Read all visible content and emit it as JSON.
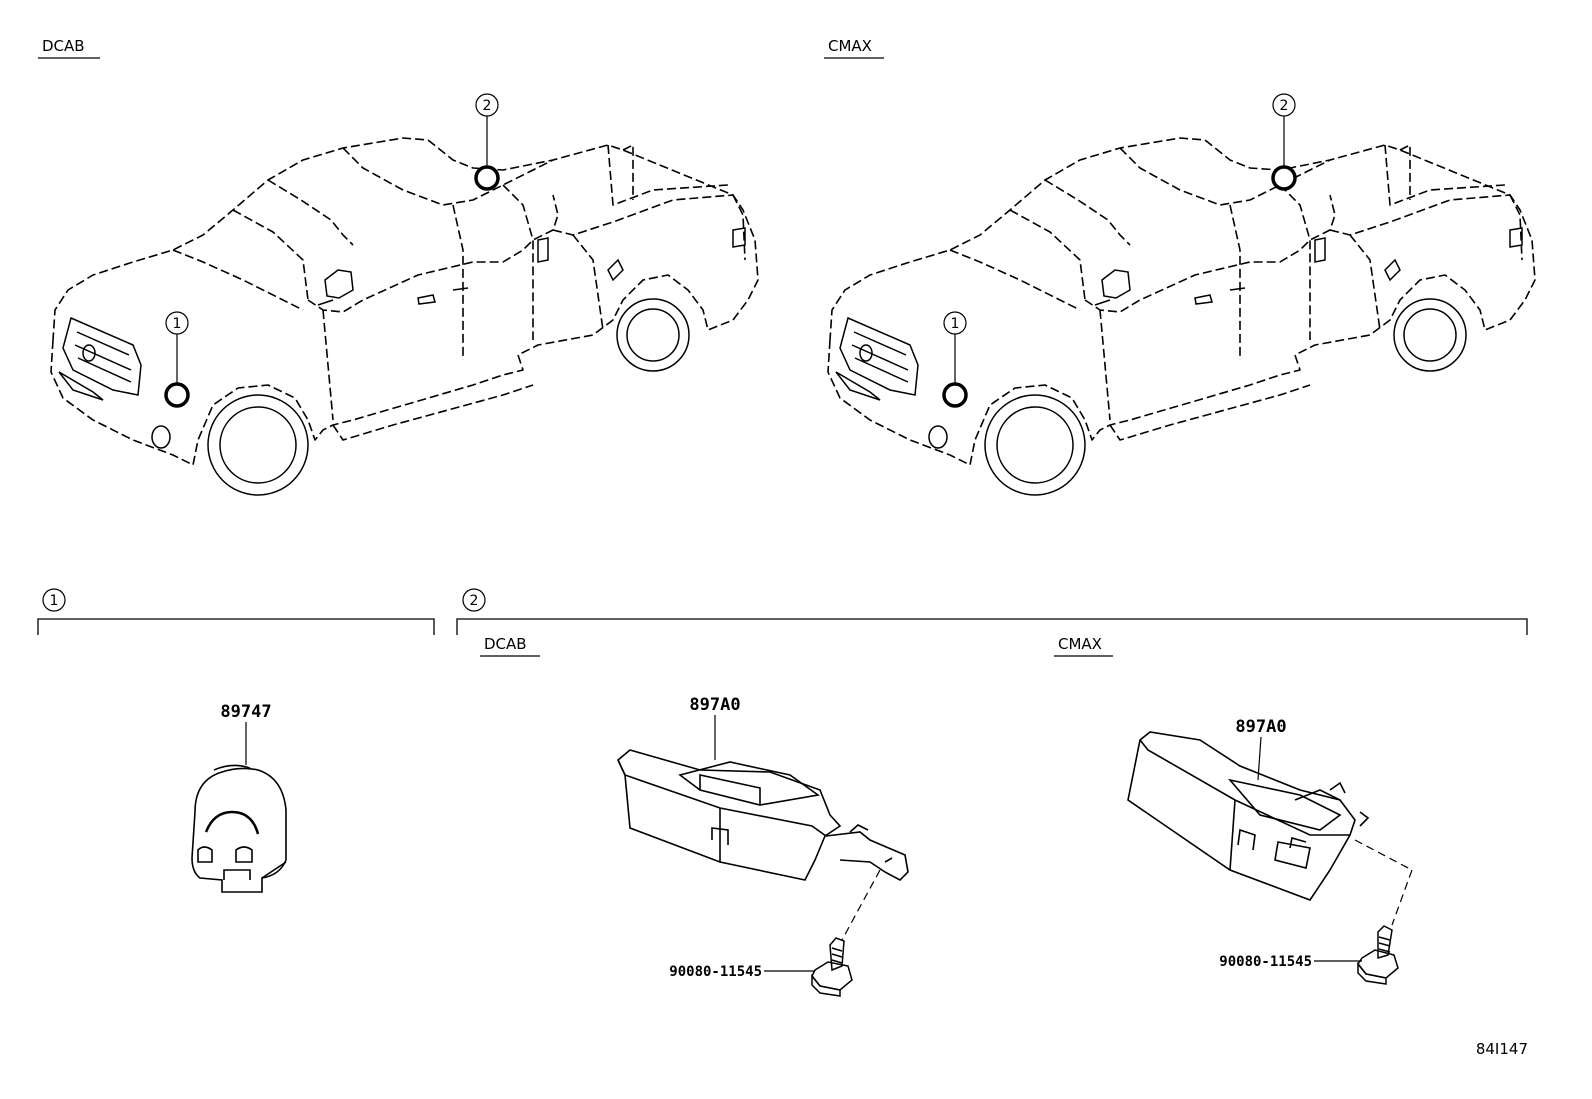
{
  "views": {
    "left_title": "DCAB",
    "right_title": "CMAX"
  },
  "callouts": {
    "one": "1",
    "two": "2"
  },
  "section1": {
    "marker": "1",
    "part": "89747"
  },
  "section2": {
    "marker": "2",
    "dcab_label": "DCAB",
    "cmax_label": "CMAX",
    "dcab_part": "897A0",
    "cmax_part": "897A0",
    "dcab_bolt": "90080-11545",
    "cmax_bolt": "90080-11545"
  },
  "figure_id": "84I147",
  "colors": {
    "line": "#000000",
    "background": "#ffffff"
  }
}
